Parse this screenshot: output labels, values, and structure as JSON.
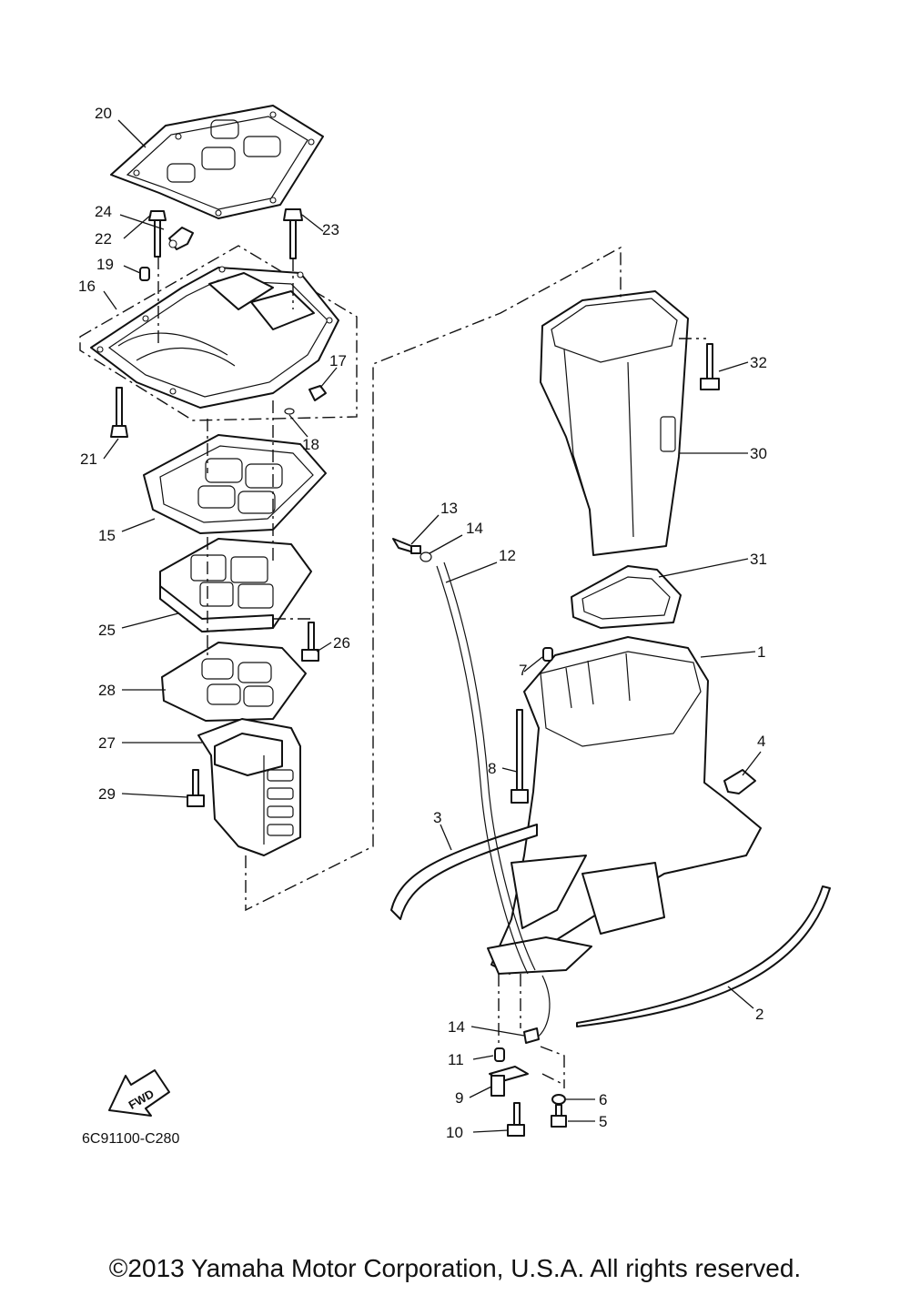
{
  "part_labels": [
    {
      "id": "20",
      "text": "20"
    },
    {
      "id": "24",
      "text": "24"
    },
    {
      "id": "22",
      "text": "22"
    },
    {
      "id": "23",
      "text": "23"
    },
    {
      "id": "19",
      "text": "19"
    },
    {
      "id": "16",
      "text": "16"
    },
    {
      "id": "17",
      "text": "17"
    },
    {
      "id": "18",
      "text": "18"
    },
    {
      "id": "21",
      "text": "21"
    },
    {
      "id": "15",
      "text": "15"
    },
    {
      "id": "25",
      "text": "25"
    },
    {
      "id": "26",
      "text": "26"
    },
    {
      "id": "28",
      "text": "28"
    },
    {
      "id": "27",
      "text": "27"
    },
    {
      "id": "29",
      "text": "29"
    },
    {
      "id": "32",
      "text": "32"
    },
    {
      "id": "30",
      "text": "30"
    },
    {
      "id": "31",
      "text": "31"
    },
    {
      "id": "13",
      "text": "13"
    },
    {
      "id": "14a",
      "text": "14"
    },
    {
      "id": "12",
      "text": "12"
    },
    {
      "id": "1",
      "text": "1"
    },
    {
      "id": "7",
      "text": "7"
    },
    {
      "id": "8",
      "text": "8"
    },
    {
      "id": "4",
      "text": "4"
    },
    {
      "id": "3",
      "text": "3"
    },
    {
      "id": "2",
      "text": "2"
    },
    {
      "id": "14b",
      "text": "14"
    },
    {
      "id": "11",
      "text": "11"
    },
    {
      "id": "9",
      "text": "9"
    },
    {
      "id": "6",
      "text": "6"
    },
    {
      "id": "5",
      "text": "5"
    },
    {
      "id": "10",
      "text": "10"
    }
  ],
  "fwd_arrow_text": "FWD",
  "diagram_code": "6C91100-C280",
  "copyright": "©2013 Yamaha Motor Corporation, U.S.A. All rights reserved."
}
